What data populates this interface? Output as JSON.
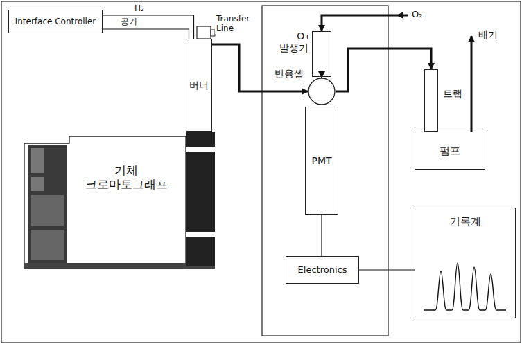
{
  "diagram": {
    "nodes": [
      {
        "text": [
          "Interface Controller"
        ]
      },
      {
        "text": [
          "버너"
        ]
      },
      {
        "text": [
          "기체 크로마토그래프"
        ]
      },
      {
        "text": [
          "O₃ 발생기"
        ]
      },
      {
        "text": [
          "반응셀"
        ]
      },
      {
        "text": [
          "PMT"
        ]
      },
      {
        "text": [
          "Electronics"
        ]
      },
      {
        "text": [
          "트랩"
        ]
      },
      {
        "text": [
          "펌프"
        ]
      },
      {
        "text": [
          "기록계"
        ]
      }
    ],
    "edges": [
      {
        "from": 0,
        "to": 1,
        "arrow": "none",
        "label": "H₂"
      },
      {
        "from": 0,
        "to": 1,
        "arrow": "none",
        "label": "공기"
      },
      {
        "from": 1,
        "to": 4,
        "arrow": "to",
        "label": "Transfer Line"
      },
      {
        "from": 3,
        "to": 4,
        "arrow": "to"
      },
      {
        "from": 4,
        "to": 7,
        "arrow": "to"
      },
      {
        "from": 5,
        "to": 6,
        "arrow": "none"
      },
      {
        "from": 6,
        "to": 9,
        "arrow": "none"
      }
    ],
    "labels": [
      "O₂",
      "배기"
    ]
  }
}
